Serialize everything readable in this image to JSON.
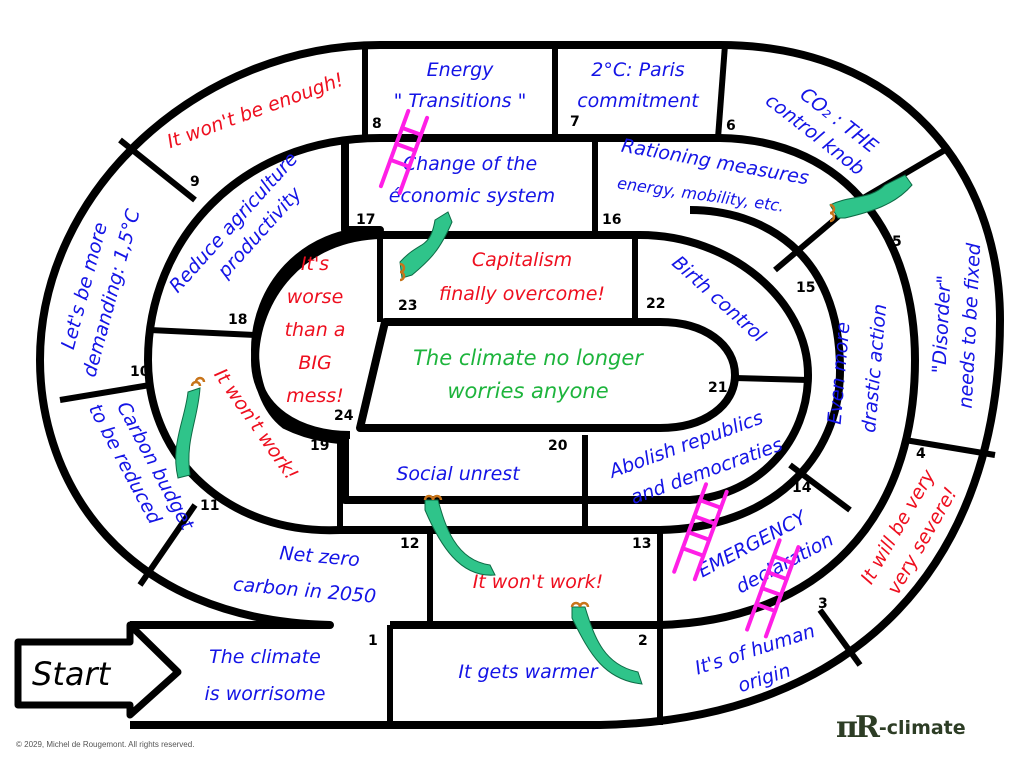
{
  "game": {
    "title": "Climate snakes and ladders board",
    "start_label": "Start",
    "colors": {
      "neutral_text": "#1414e6",
      "negative_text": "#ee0f1f",
      "goal_text": "#1db43c",
      "ladder": "#ff1fe6",
      "slide": "#2fc48a",
      "logo": "#2d3d25"
    },
    "squares": [
      {
        "number": "1",
        "lines": [
          "The climate",
          "is worrisome"
        ],
        "tone": "blue"
      },
      {
        "number": "2",
        "lines": [
          "It gets warmer"
        ],
        "tone": "blue"
      },
      {
        "number": "3",
        "lines": [
          "It's of human",
          "origin"
        ],
        "tone": "blue"
      },
      {
        "number": "4",
        "lines": [
          "It will be very",
          "very severe!"
        ],
        "tone": "red"
      },
      {
        "number": "5",
        "lines": [
          "\"Disorder\"",
          "needs to be fixed"
        ],
        "tone": "blue"
      },
      {
        "number": "6",
        "lines": [
          "CO₂ : THE",
          "control knob"
        ],
        "tone": "blue"
      },
      {
        "number": "7",
        "lines": [
          "2°C: Paris",
          "commitment"
        ],
        "tone": "blue"
      },
      {
        "number": "8",
        "lines": [
          "Energy",
          "\" Transitions \""
        ],
        "tone": "blue"
      },
      {
        "number": "9",
        "lines": [
          "It won't be enough!"
        ],
        "tone": "red"
      },
      {
        "number": "10",
        "lines": [
          "Let's be more",
          "demanding: 1,5°C"
        ],
        "tone": "blue"
      },
      {
        "number": "11",
        "lines": [
          "Carbon budget",
          "to be reduced"
        ],
        "tone": "blue"
      },
      {
        "number": "12",
        "lines": [
          "Net zero",
          "carbon in 2050"
        ],
        "tone": "blue"
      },
      {
        "number": "13",
        "lines": [
          "It won't work!"
        ],
        "tone": "red"
      },
      {
        "number": "14",
        "lines": [
          "EMERGENCY",
          "declaration"
        ],
        "tone": "blue"
      },
      {
        "number": "15",
        "lines": [
          "Even more",
          "drastic action"
        ],
        "tone": "blue"
      },
      {
        "number": "16",
        "lines": [
          "Rationing measures",
          "energy, mobility, etc."
        ],
        "tone": "blue"
      },
      {
        "number": "17",
        "lines": [
          "Change of the",
          "économic system"
        ],
        "tone": "blue"
      },
      {
        "number": "18",
        "lines": [
          "Reduce agriculture",
          "productivity"
        ],
        "tone": "blue"
      },
      {
        "number": "19",
        "lines": [
          "It won't work!"
        ],
        "tone": "red"
      },
      {
        "number": "20",
        "lines": [
          "Social unrest"
        ],
        "tone": "blue"
      },
      {
        "number": "21",
        "lines": [
          "Abolish republics",
          "and democraties"
        ],
        "tone": "blue"
      },
      {
        "number": "22",
        "lines": [
          "Birth control"
        ],
        "tone": "blue"
      },
      {
        "number": "23",
        "lines": [
          "Capitalism",
          "finally overcome!"
        ],
        "tone": "red"
      },
      {
        "number": "24",
        "lines": [
          "It's",
          "worse",
          "than a",
          "BIG",
          "mess!"
        ],
        "tone": "red"
      }
    ],
    "finish": {
      "lines": [
        "The climate no longer",
        "worries anyone"
      ],
      "tone": "green"
    },
    "ladders": [
      {
        "from": "2",
        "to": "14"
      },
      {
        "from": "13",
        "to": "21"
      },
      {
        "from": "8",
        "to": "17"
      }
    ],
    "slides": [
      {
        "from": "5",
        "to": "16"
      },
      {
        "from": "10",
        "to": "19"
      },
      {
        "from": "17",
        "to": "23"
      },
      {
        "from": "13",
        "to": "20"
      },
      {
        "from": "2",
        "to": "13"
      }
    ]
  },
  "footer": {
    "copyright": "© 2029, Michel de Rougemont. All rights reserved.",
    "logo_mark": "πR",
    "logo_text": "-climate"
  }
}
